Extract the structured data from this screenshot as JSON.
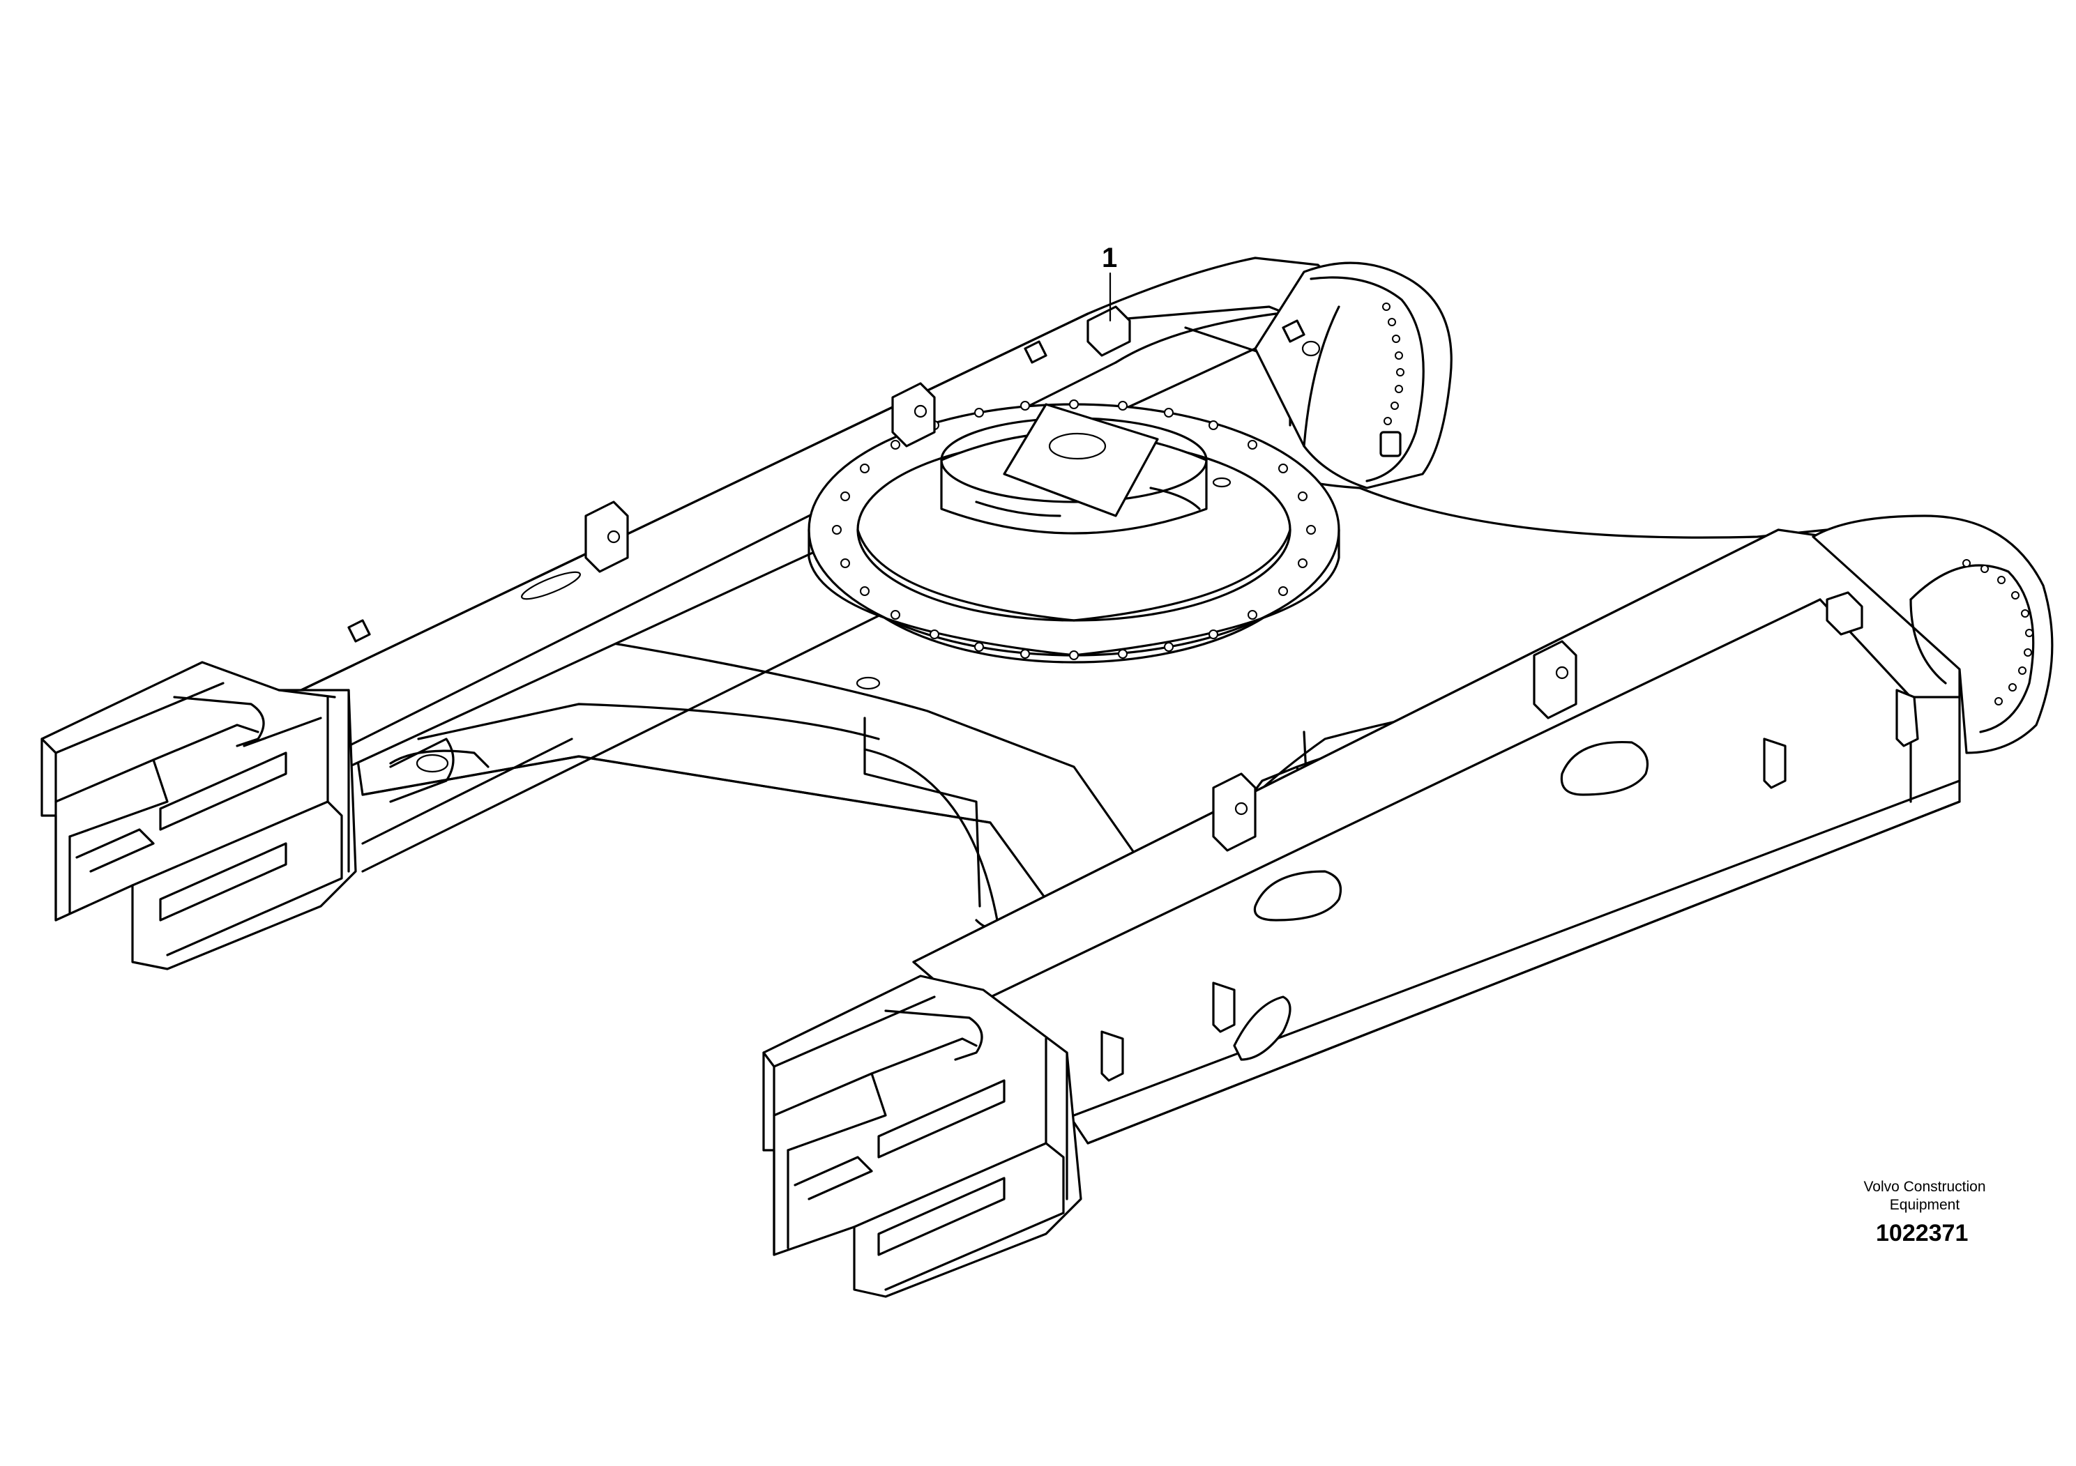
{
  "callouts": {
    "c1": "1"
  },
  "brand": {
    "line1": "Volvo Construction",
    "line2": "Equipment"
  },
  "part_number": "1022371"
}
